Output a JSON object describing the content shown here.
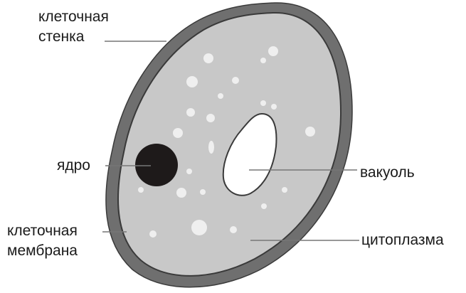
{
  "diagram": {
    "labels": {
      "cell_wall": [
        "клеточная",
        "стенка"
      ],
      "nucleus": "ядро",
      "vacuole": "вакуоль",
      "cell_membrane": [
        "клеточная",
        "мембрана"
      ],
      "cytoplasm": "цитоплазма"
    },
    "colors": {
      "cell_wall": "#6f6f6f",
      "wall_outline": "#3a3a3a",
      "cytoplasm": "#c8c8c8",
      "membrane": "#3a3a3a",
      "nucleus": "#1e1a1a",
      "vacuole": "#ffffff",
      "granules": "#efefef",
      "leader_line": "#777777",
      "text": "#1a1a1a"
    }
  }
}
